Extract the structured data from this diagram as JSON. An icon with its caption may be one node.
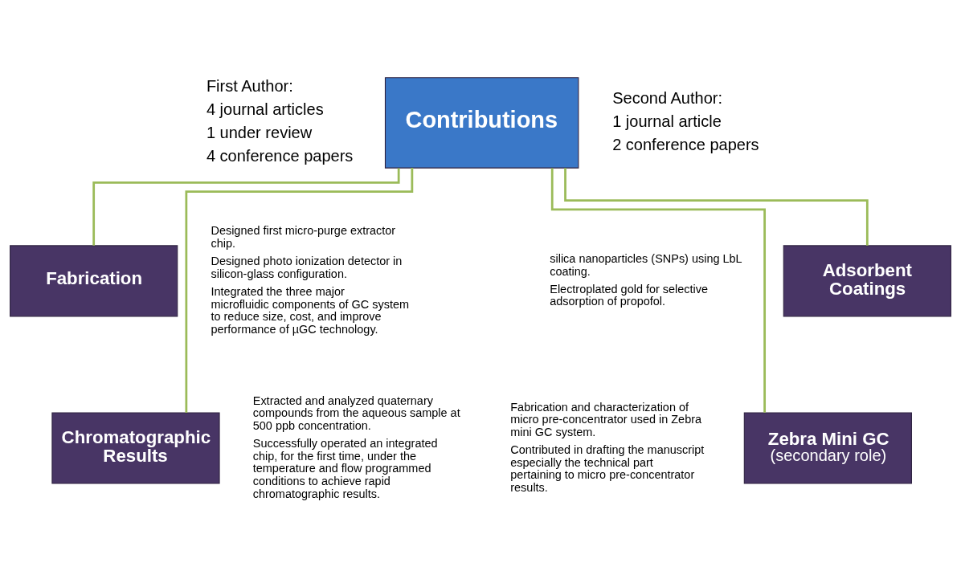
{
  "diagram": {
    "nodes": [
      {
        "text": [
          "Contributions"
        ],
        "beside": [
          "First Author:",
          "4 journal articles",
          "1 under review",
          "4 conference papers",
          "Second Author:",
          "1 journal article",
          "2 conference papers"
        ]
      },
      {
        "text": [
          "Adsorbent Coatings"
        ],
        "beside": [
          "silica nanoparticles (SNPs) using LbL coating.",
          "Electroplated gold for selective adsorption of propofol."
        ]
      },
      {
        "text": [
          "Fabrication"
        ],
        "beside": [
          "Designed first micro-purge extractor chip.",
          "Designed photo ionization detector in silicon-glass configuration.",
          "Integrated the three major microfluidic components of GC system to reduce size, cost, and improve performance of µGC technology."
        ]
      },
      {
        "text": [
          "Chromatographic Results"
        ],
        "beside": [
          "Extracted and analyzed quaternary compounds from the aqueous sample at 500 ppb concentration.",
          "Successfully operated an integrated chip, for the first time, under the temperature and flow programmed conditions to achieve rapid chromatographic results."
        ]
      },
      {
        "text": [
          "Zebra Mini GC",
          "(secondary role)"
        ],
        "beside": [
          "Fabrication and characterization of micro pre-concentrator used in Zebra mini GC system.",
          "Contributed in drafting the manuscript especially the technical part pertaining to micro pre-concentrator results."
        ]
      }
    ],
    "edges": [
      {
        "from": 0,
        "to": 1,
        "arrow": "none"
      },
      {
        "from": 0,
        "to": 2,
        "arrow": "none"
      },
      {
        "from": 0,
        "to": 3,
        "arrow": "none"
      },
      {
        "from": 0,
        "to": 4,
        "arrow": "none"
      }
    ]
  }
}
